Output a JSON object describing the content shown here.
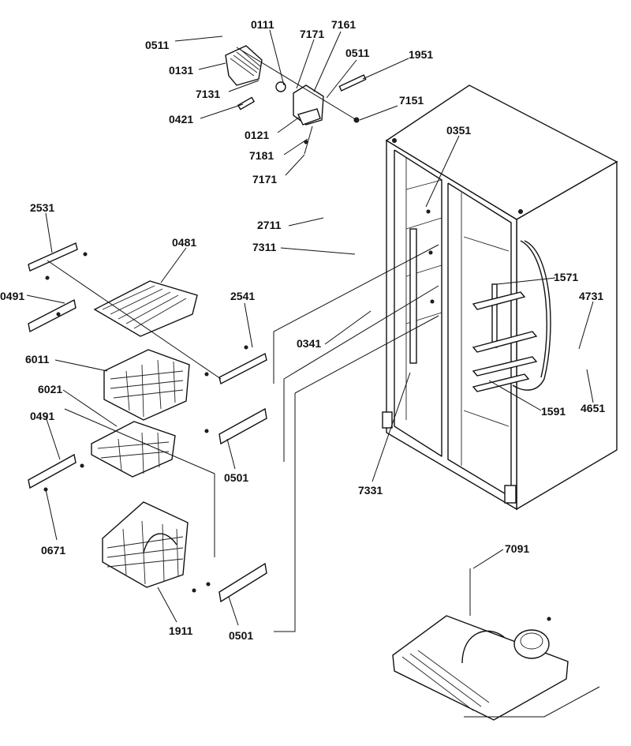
{
  "diagram": {
    "callouts": {
      "c0511a": "0511",
      "c0111": "0111",
      "c7171a": "7171",
      "c7161": "7161",
      "c0511b": "0511",
      "c1951": "1951",
      "c0131": "0131",
      "c7131": "7131",
      "c7151": "7151",
      "c0421": "0421",
      "c0121": "0121",
      "c7181": "7181",
      "c7171b": "7171",
      "c0351": "0351",
      "c2531": "2531",
      "c2711": "2711",
      "c0481": "0481",
      "c7311": "7311",
      "c0491a": "0491",
      "c2541": "2541",
      "c1571": "1571",
      "c4731": "4731",
      "c0341": "0341",
      "c6011": "6011",
      "c6021": "6021",
      "c1591": "1591",
      "c4651": "4651",
      "c0491b": "0491",
      "c0501a": "0501",
      "c7331": "7331",
      "c0671": "0671",
      "c7091": "7091",
      "c1911": "1911",
      "c0501b": "0501"
    }
  }
}
